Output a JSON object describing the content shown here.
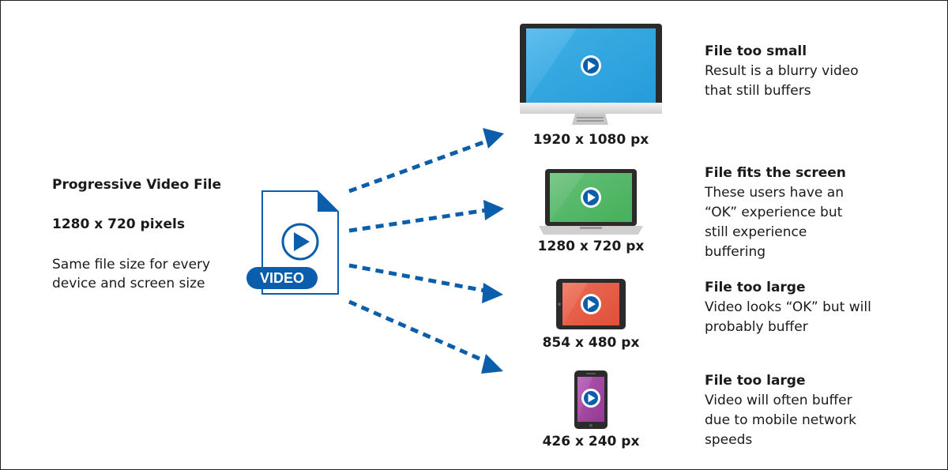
{
  "source": {
    "title": "Progressive Video File",
    "resolution": "1280 x 720 pixels",
    "description": "Same file size for every device and screen size",
    "file_badge": "VIDEO"
  },
  "devices": [
    {
      "kind": "desktop-monitor",
      "caption": "1920 x 1080 px",
      "note_title": "File too small",
      "note_body": "Result is a blurry video that still buffers",
      "screen_color": "#2aa3dd"
    },
    {
      "kind": "laptop",
      "caption": "1280 x 720 px",
      "note_title": "File fits the screen",
      "note_body": "These users have an “OK” experience but still experience buffering",
      "screen_color": "#4cb561"
    },
    {
      "kind": "tablet",
      "caption": "854 x 480 px",
      "note_title": "File too large",
      "note_body": "Video looks “OK” but will probably buffer",
      "screen_color": "#e4553e"
    },
    {
      "kind": "phone",
      "caption": "426 x 240 px",
      "note_title": "File too large",
      "note_body": "Video will often buffer due to mobile network speeds",
      "screen_color": "#9c3f9a"
    }
  ],
  "colors": {
    "accent_blue": "#0a5eab",
    "device_frame": "#2b2b2b"
  }
}
